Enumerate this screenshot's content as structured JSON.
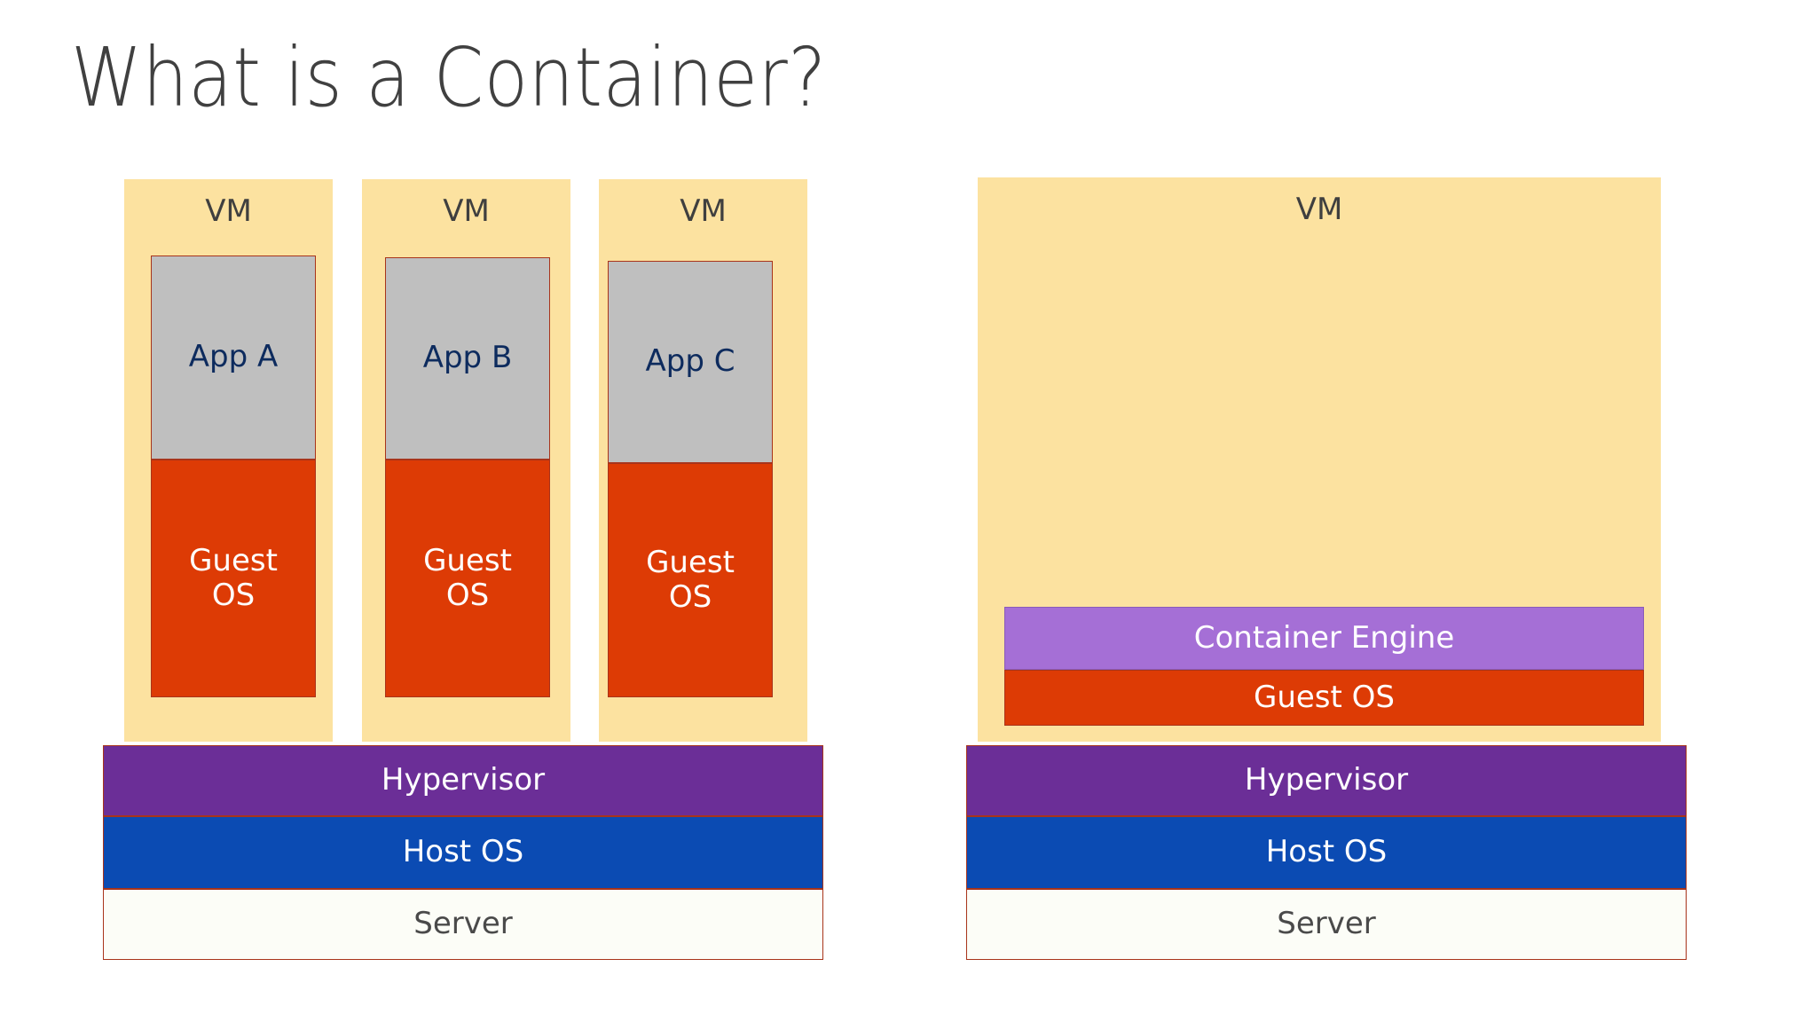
{
  "slide": {
    "title": "What is a Container?",
    "background": "#FFFFFF"
  },
  "colors": {
    "vm_fill": "#FCE2A0",
    "app_fill": "#BFBFBF",
    "app_text": "#0D2B5E",
    "guest_os_fill": "#DD3B05",
    "container_engine_fill": "#A56FD6",
    "hypervisor_fill": "#6B2E97",
    "host_os_fill": "#0B4BB3",
    "server_fill": "#FCFDF7",
    "stroke": "#A8341B",
    "title_text": "#404040",
    "label_dark": "#3F3F3F",
    "label_light": "#FFFFFF"
  },
  "left_diagram": {
    "name": "virtual-machines",
    "vms": [
      {
        "vm_label": "VM",
        "app_label": "App A",
        "guest_os_label": "Guest\nOS"
      },
      {
        "vm_label": "VM",
        "app_label": "App B",
        "guest_os_label": "Guest\nOS"
      },
      {
        "vm_label": "VM",
        "app_label": "App C",
        "guest_os_label": "Guest\nOS"
      }
    ],
    "stack": [
      {
        "label": "Hypervisor"
      },
      {
        "label": "Host OS"
      },
      {
        "label": "Server"
      }
    ]
  },
  "right_diagram": {
    "name": "containers",
    "vm": {
      "vm_label": "VM",
      "layers": [
        {
          "label": "Container Engine"
        },
        {
          "label": "Guest OS"
        }
      ]
    },
    "stack": [
      {
        "label": "Hypervisor"
      },
      {
        "label": "Host OS"
      },
      {
        "label": "Server"
      }
    ]
  }
}
